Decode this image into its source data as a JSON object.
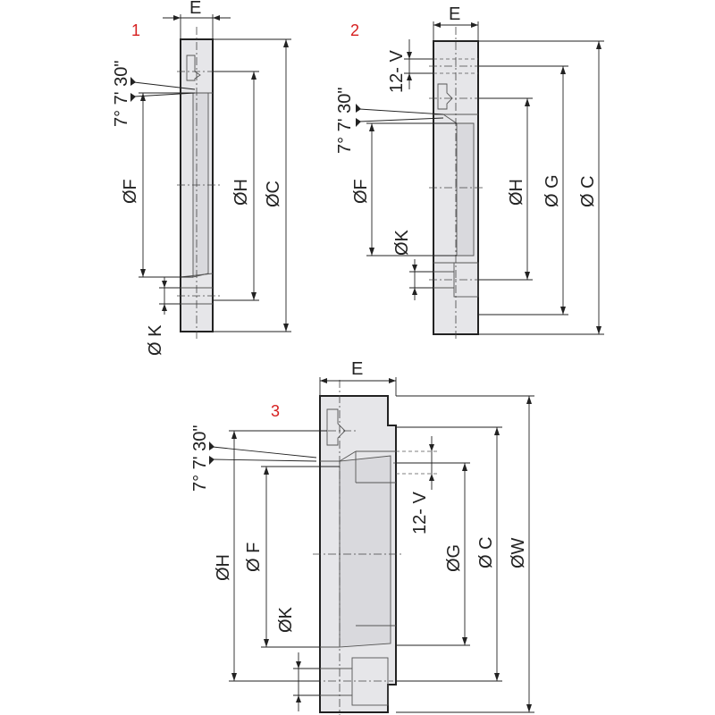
{
  "figures": [
    {
      "number": "1",
      "labels": {
        "E": "E",
        "angle": "7° 7' 30\"",
        "F": "ØF",
        "H": "ØH",
        "C": "ØC",
        "K": "Ø K"
      }
    },
    {
      "number": "2",
      "labels": {
        "E": "E",
        "V": "12- V",
        "angle": "7° 7' 30\"",
        "F": "ØF",
        "K": "ØK",
        "H": "ØH",
        "G": "Ø G",
        "C": "Ø C"
      }
    },
    {
      "number": "3",
      "labels": {
        "E": "E",
        "angle": "7° 7' 30\"",
        "H": "ØH",
        "F": "Ø F",
        "K": "ØK",
        "V": "12- V",
        "G": "ØG",
        "C": "Ø C",
        "W": "ØW"
      }
    }
  ]
}
